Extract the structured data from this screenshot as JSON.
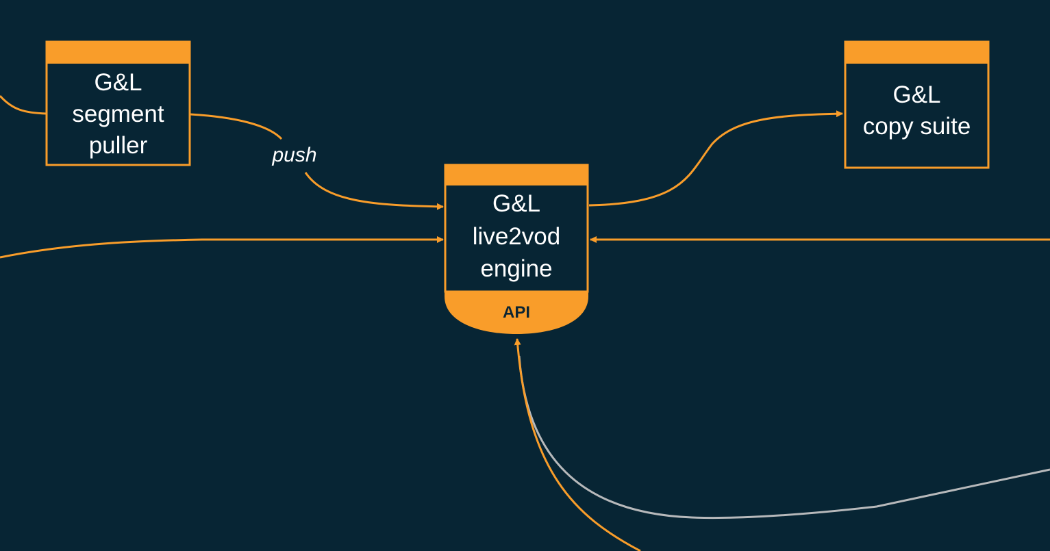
{
  "colors": {
    "background": "#072534",
    "accent": "#f99d2a",
    "node_fill": "#072534",
    "gray_edge": "#b7b9bb"
  },
  "nodes": {
    "segment_puller": {
      "lines": [
        "G&L",
        "segment",
        "puller"
      ]
    },
    "live2vod_engine": {
      "lines": [
        "G&L",
        "live2vod",
        "engine"
      ],
      "api_label": "API"
    },
    "copy_suite": {
      "lines": [
        "G&L",
        "copy suite"
      ]
    }
  },
  "edges": {
    "push_label": "push"
  }
}
